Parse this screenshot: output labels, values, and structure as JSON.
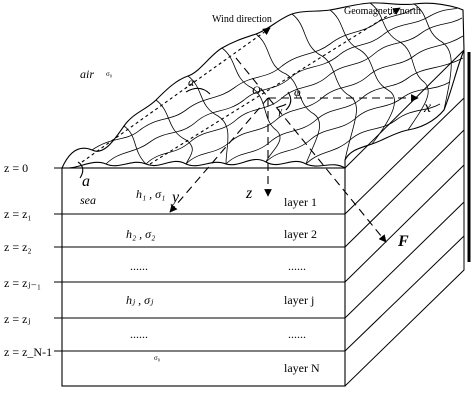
{
  "labels": {
    "wind_direction": "Wind direction",
    "geomagnetic_north": "Geomagnetic north",
    "air": "air",
    "air_sigma": "σ₀",
    "alpha": "α",
    "origin": "O",
    "phi": "φ",
    "gamma": "γ",
    "x_axis": "x",
    "y_axis": "y",
    "z_axis": "z",
    "field_vector": "F",
    "a": "a",
    "sea": "sea",
    "z0": "z = 0",
    "bottom_sigma": "σ₀"
  },
  "layers": [
    {
      "z_label": "z = z₁",
      "params": "h₁ , σ₁",
      "name": "layer 1"
    },
    {
      "z_label": "z = z₂",
      "params": "h₂ , σ₂",
      "name": "layer 2"
    },
    {
      "z_label": "z = zⱼ₋₁",
      "params": "......",
      "name": "......"
    },
    {
      "z_label": "",
      "params": "hⱼ , σⱼ",
      "name": "layer j"
    },
    {
      "z_label": "z = zⱼ",
      "params": "......",
      "name": "......"
    },
    {
      "z_label": "z = z_N-1",
      "params": "",
      "name": "layer N"
    }
  ]
}
